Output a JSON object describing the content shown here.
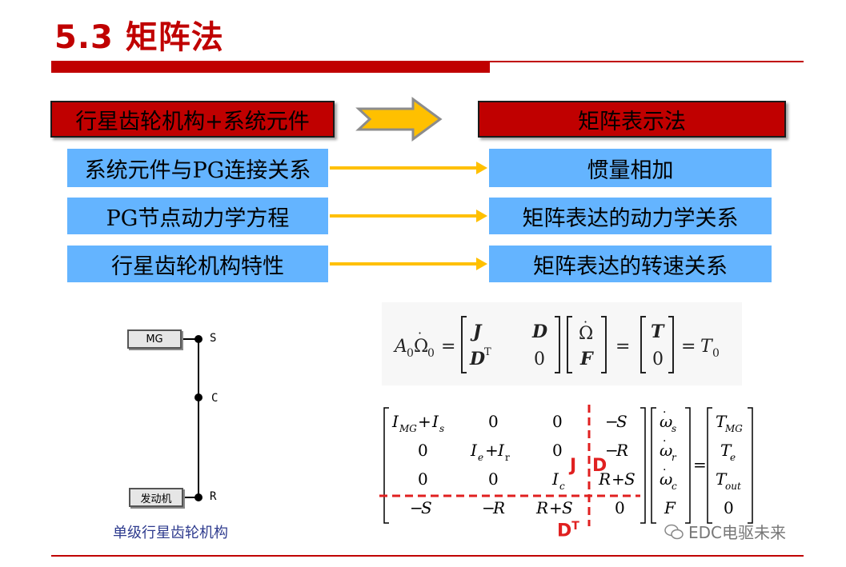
{
  "title": "5.3 矩阵法",
  "left_header": "行星齿轮机构+系统元件",
  "right_header": "矩阵表示法",
  "rows": [
    {
      "left": "系统元件与PG连接关系",
      "right": "惯量相加"
    },
    {
      "left": "PG节点动力学方程",
      "right": "矩阵表达的动力学关系"
    },
    {
      "left": "行星齿轮机构特性",
      "right": "矩阵表达的转速关系"
    }
  ],
  "diagram": {
    "mg_label": "MG",
    "engine_label": "发动机",
    "node_s": "S",
    "node_c": "C",
    "node_r": "R",
    "caption": "单级行星齿轮机构"
  },
  "matrix_labels": {
    "j": "J",
    "d": "D",
    "dt": "D",
    "dt_sup": "T"
  },
  "watermark": "EDC电驱未来",
  "colors": {
    "accent_red": "#c00000",
    "box_blue": "#64b4ff",
    "arrow_yellow": "#ffc000"
  }
}
